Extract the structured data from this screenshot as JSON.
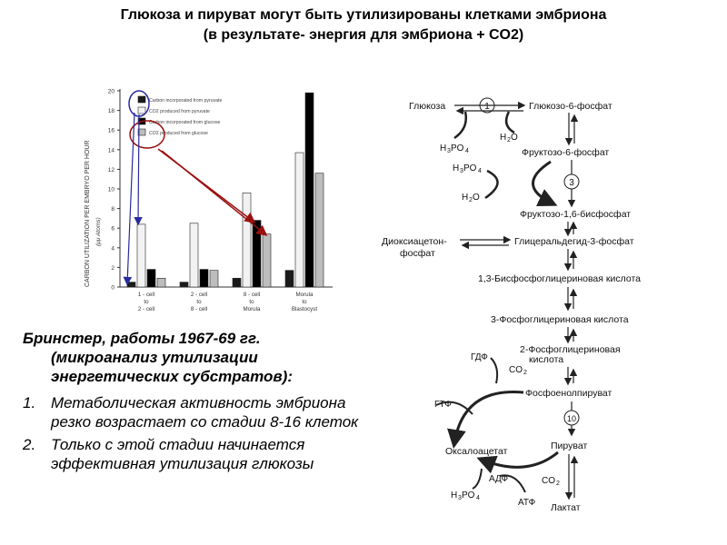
{
  "title": {
    "line1": "Глюкоза и пируват могут быть утилизированы клетками эмбриона",
    "line2": "(в результате- энергия для эмбриона + CO2)"
  },
  "chart_data": {
    "type": "bar",
    "ylabel": "CARBON UTILIZATION PER EMBRYO PER HOUR",
    "yunit": "(μμ Atoms)",
    "ylim": [
      0,
      20
    ],
    "yticks": [
      0,
      2,
      4,
      6,
      8,
      10,
      12,
      14,
      16,
      18,
      20
    ],
    "categories": [
      [
        "1 - cell",
        "to",
        "2 - cell"
      ],
      [
        "2 - cell",
        "to",
        "8 - cell"
      ],
      [
        "8 - cell",
        "to",
        "Morula"
      ],
      [
        "Morula",
        "to",
        "Blastocyst"
      ]
    ],
    "series": [
      {
        "name": "Carbon incorporated from pyruvate",
        "color": "#1a1a1a",
        "values": [
          0.5,
          0.5,
          0.9,
          1.7
        ]
      },
      {
        "name": "CO2 produced from pyruvate",
        "color": "#f2f2f2",
        "values": [
          6.4,
          6.5,
          9.6,
          13.7
        ]
      },
      {
        "name": "Carbon incorporated from glucose",
        "color": "#000000",
        "values": [
          1.8,
          1.8,
          6.8,
          19.8
        ]
      },
      {
        "name": "CO2 produced from glucose",
        "color": "#bdbdbd",
        "values": [
          0.9,
          1.7,
          5.4,
          11.6
        ]
      }
    ],
    "grid": false,
    "legend": "top-left"
  },
  "pathway": {
    "glucose": "Глюкоза",
    "g6p": "Глюкозо-6-фосфат",
    "f6p": "Фруктозо-6-фосфат",
    "fbp": "Фруктозо-1,6-бисфосфат",
    "dhap1": "Диоксиацетон-",
    "dhap2": "фосфат",
    "gap": "Глицеральдегид-3-фосфат",
    "bpg": "1,3-Бисфосфоглицериновая  кислота",
    "pg3": "3-Фосфоглицериновая кислота",
    "pg2a": "2-Фосфоглицериновая",
    "pg2b": "кислота",
    "pep": "Фосфоенолпируват",
    "oaa": "Оксалоацетат",
    "pyruvate": "Пируват",
    "lactate": "Лактат",
    "gdp": "ГДФ",
    "gtp": "ГТФ",
    "adp": "АДФ",
    "atp": "АТФ",
    "h3po4": "H",
    "h2o": "H",
    "co2": "CO",
    "n1": "1",
    "n3": "3",
    "n10": "10"
  },
  "notes": {
    "heading1": "Бринстер, работы 1967-69 гг.",
    "heading2": "(микроанализ утилизации",
    "heading3": "энергетических субстратов):",
    "items": [
      {
        "num": "1.",
        "line1": "Метаболическая активность эмбриона",
        "line2": "резко возрастает со стадии 8-16 клеток"
      },
      {
        "num": "2.",
        "line1": "Только с этой стадии начинается",
        "line2": "эффективная утилизация глюкозы"
      }
    ]
  }
}
